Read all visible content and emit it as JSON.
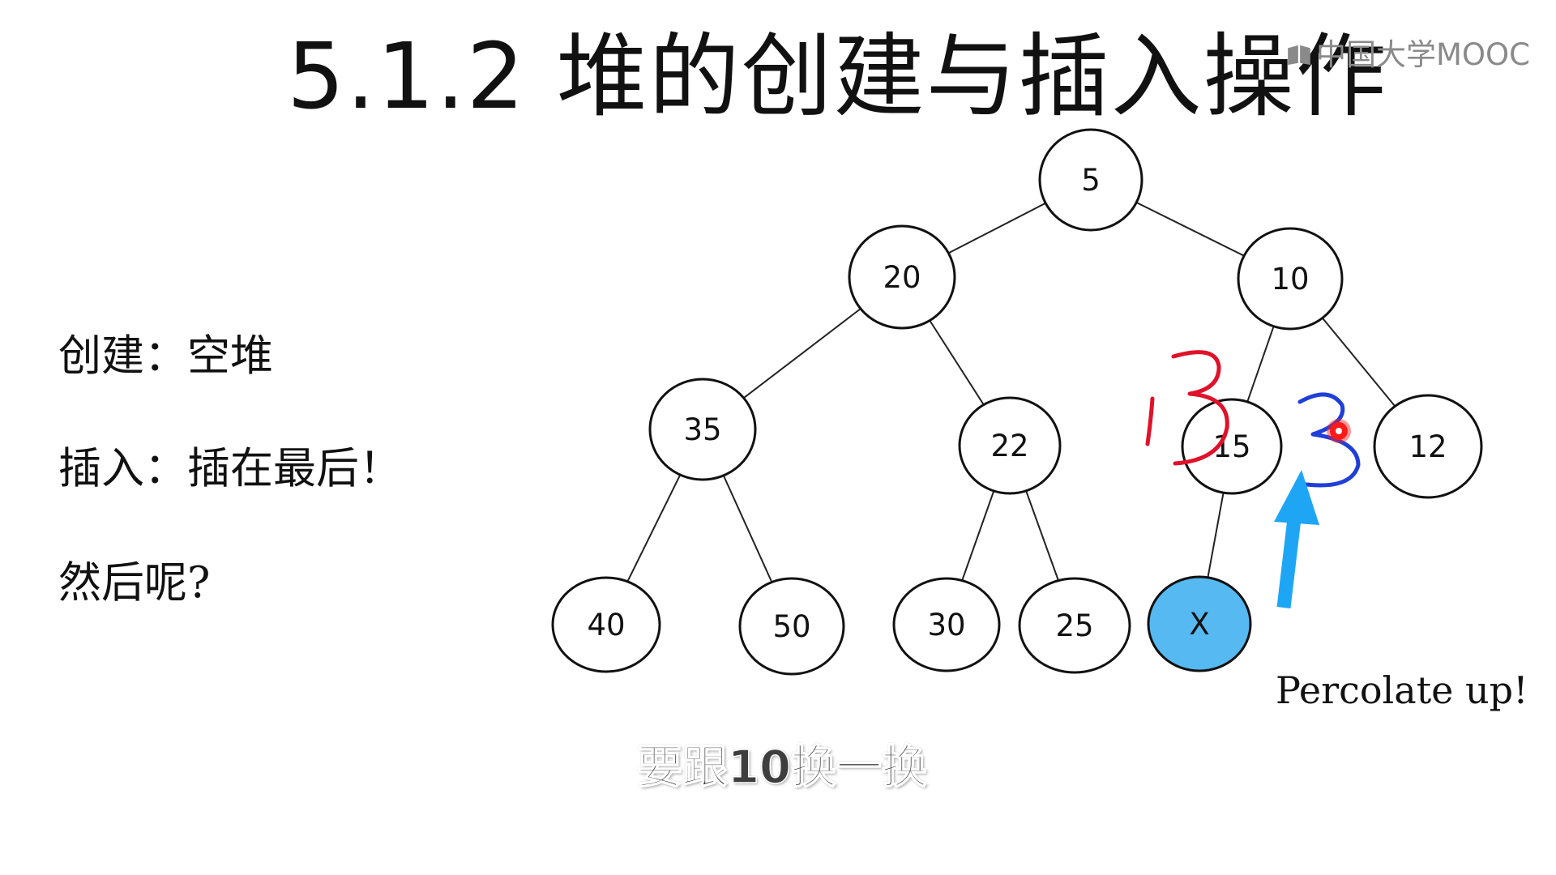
{
  "slide": {
    "title": "5.1.2 堆的创建与插入操作",
    "brand": "中国大学MOOC",
    "bullets": [
      "创建：空堆",
      "插入：插在最后！",
      "然后呢?"
    ],
    "caption": "要跟10换一换"
  },
  "tree": {
    "nodes": [
      {
        "id": "n5",
        "label": "5"
      },
      {
        "id": "n20",
        "label": "20"
      },
      {
        "id": "n10",
        "label": "10"
      },
      {
        "id": "n35",
        "label": "35"
      },
      {
        "id": "n22",
        "label": "22"
      },
      {
        "id": "n15",
        "label": "15"
      },
      {
        "id": "n12",
        "label": "12"
      },
      {
        "id": "n40",
        "label": "40"
      },
      {
        "id": "n50",
        "label": "50"
      },
      {
        "id": "n30",
        "label": "30"
      },
      {
        "id": "n25",
        "label": "25"
      },
      {
        "id": "nX",
        "label": "X",
        "highlight": true
      }
    ],
    "edges": [
      [
        "n5",
        "n20"
      ],
      [
        "n5",
        "n10"
      ],
      [
        "n20",
        "n35"
      ],
      [
        "n20",
        "n22"
      ],
      [
        "n10",
        "n15"
      ],
      [
        "n10",
        "n12"
      ],
      [
        "n35",
        "n40"
      ],
      [
        "n35",
        "n50"
      ],
      [
        "n22",
        "n30"
      ],
      [
        "n22",
        "n25"
      ],
      [
        "n15",
        "nX"
      ]
    ],
    "annotation": "Percolate up!",
    "handwriting": [
      {
        "text": "13",
        "color": "#e0112a"
      },
      {
        "text": "3",
        "color": "#1f3fd8"
      }
    ]
  },
  "colors": {
    "highlight_node": "#56b9f2",
    "arrow": "#1ea6f5",
    "pen_red": "#e0112a",
    "pen_blue": "#1f3fd8",
    "pointer": "#ff1a1a"
  }
}
